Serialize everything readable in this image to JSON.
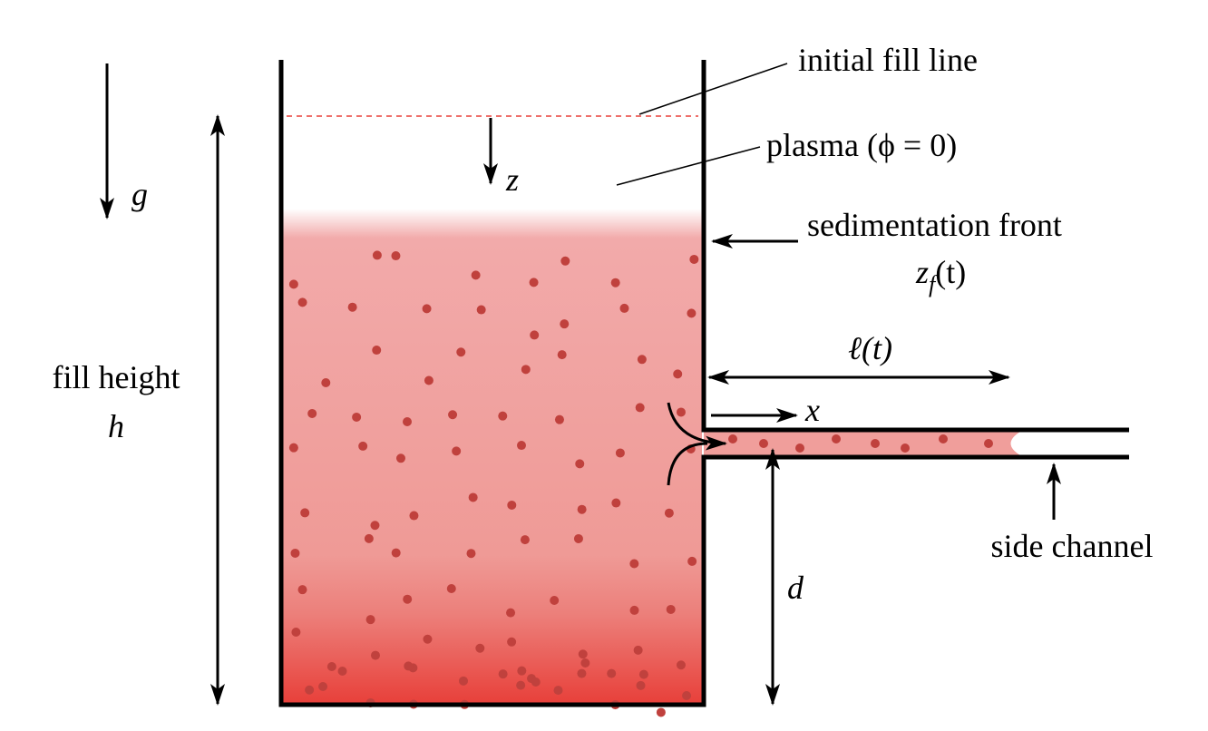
{
  "labels": {
    "initial_fill_line": "initial fill line",
    "plasma": "plasma (ϕ = 0)",
    "sedimentation_front": "sedimentation front",
    "front_symbol": "z",
    "front_subscript": "f",
    "front_arg": "(t)",
    "length_symbol": "ℓ(t)",
    "x_axis": "x",
    "z_axis": "z",
    "gravity": "g",
    "fill_height": "fill height",
    "fill_height_symbol": "h",
    "depth_symbol": "d",
    "side_channel": "side channel"
  },
  "colors": {
    "fluid_top": "#f2aaaa",
    "fluid_bottom": "#e8403a",
    "particle": "#c0413d",
    "fill_line": "#e8403a",
    "wall": "#000000"
  }
}
